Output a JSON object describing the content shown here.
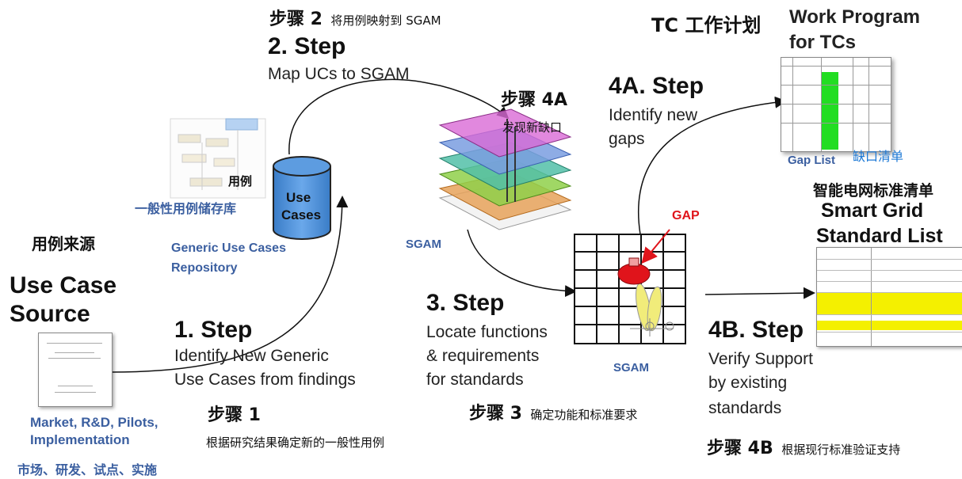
{
  "source": {
    "cn_title": "用例来源",
    "title_line1": "Use Case",
    "title_line2": "Source",
    "caption_line1": "Market, R&D, Pilots,",
    "caption_line2": "Implementation",
    "cn_caption": "市场、研发、试点、实施"
  },
  "repository": {
    "cn_label": "用例",
    "cn_title": "一般性用例储存库",
    "cylinder_line1": "Use",
    "cylinder_line2": "Cases",
    "caption_line1": "Generic Use Cases",
    "caption_line2": "Repository"
  },
  "step1": {
    "title": "1. Step",
    "desc_line1": "Identify New Generic",
    "desc_line2": "Use Cases from findings",
    "cn_title": "步骤 1",
    "cn_desc": "根据研究结果确定新的一般性用例"
  },
  "step2": {
    "cn_title": "步骤 2",
    "cn_desc": "将用例映射到 SGAM",
    "title": "2. Step",
    "desc": "Map UCs to SGAM"
  },
  "step3": {
    "title": "3. Step",
    "desc_line1": "Locate functions",
    "desc_line2": "& requirements",
    "desc_line3": "for standards",
    "cn_title": "步骤 3",
    "cn_desc": "确定功能和标准要求"
  },
  "step4a": {
    "cn_title": "步骤 4A",
    "cn_desc": "发现新缺口",
    "title": "4A. Step",
    "desc_line1": "Identify new",
    "desc_line2": "gaps"
  },
  "step4b": {
    "title": "4B. Step",
    "desc_line1": "Verify Support",
    "desc_line2": "by existing",
    "desc_line3": "standards",
    "cn_title": "步骤 4B",
    "cn_desc": "根据现行标准验证支持"
  },
  "sgam": {
    "label_top": "SGAM",
    "label_bottom": "SGAM",
    "gap_label": "GAP"
  },
  "work_program": {
    "cn_title": "TC 工作计划",
    "title_line1": "Work Program",
    "title_line2": "for TCs",
    "gap_list": "Gap List",
    "cn_gap_list": "缺口清单"
  },
  "standard_list": {
    "cn_title": "智能电网标准清单",
    "title_line1": "Smart Grid",
    "title_line2": "Standard List"
  },
  "colors": {
    "arrow": "#111111",
    "gap_red": "#e0141b",
    "highlight_yellow": "#f4f000",
    "gap_green": "#22dd22",
    "cylinder_blue": "#4a8fd8",
    "caption_blue": "#3b5fa0"
  }
}
